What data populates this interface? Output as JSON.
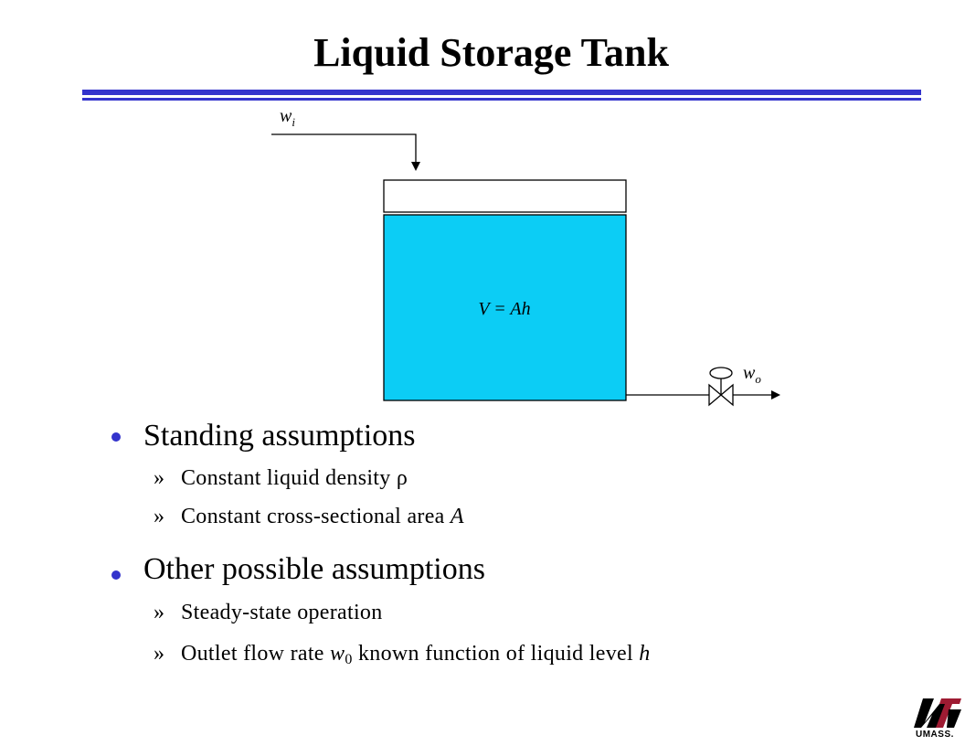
{
  "slide": {
    "title": "Liquid Storage Tank"
  },
  "diagram": {
    "inlet_label": "w",
    "inlet_subscript": "i",
    "outlet_label": "w",
    "outlet_subscript": "o",
    "tank_equation": "V = Ah",
    "colors": {
      "liquid": "#0ccdf5",
      "accent": "#3333cc"
    }
  },
  "bullets": [
    {
      "heading": "Standing assumptions",
      "items": [
        {
          "pre": "Constant liquid density ",
          "symbol": "ρ"
        },
        {
          "pre": "Constant cross-sectional area ",
          "var": "A"
        }
      ]
    },
    {
      "heading": "Other possible assumptions",
      "items": [
        {
          "pre": "Steady-state operation"
        },
        {
          "pre": "Outlet flow rate ",
          "var": "w",
          "sub": "0",
          "post": " known function of liquid level ",
          "var2": "h"
        }
      ]
    }
  ],
  "sub_bullet_marker": "»",
  "logo": {
    "text": "UMASS."
  }
}
